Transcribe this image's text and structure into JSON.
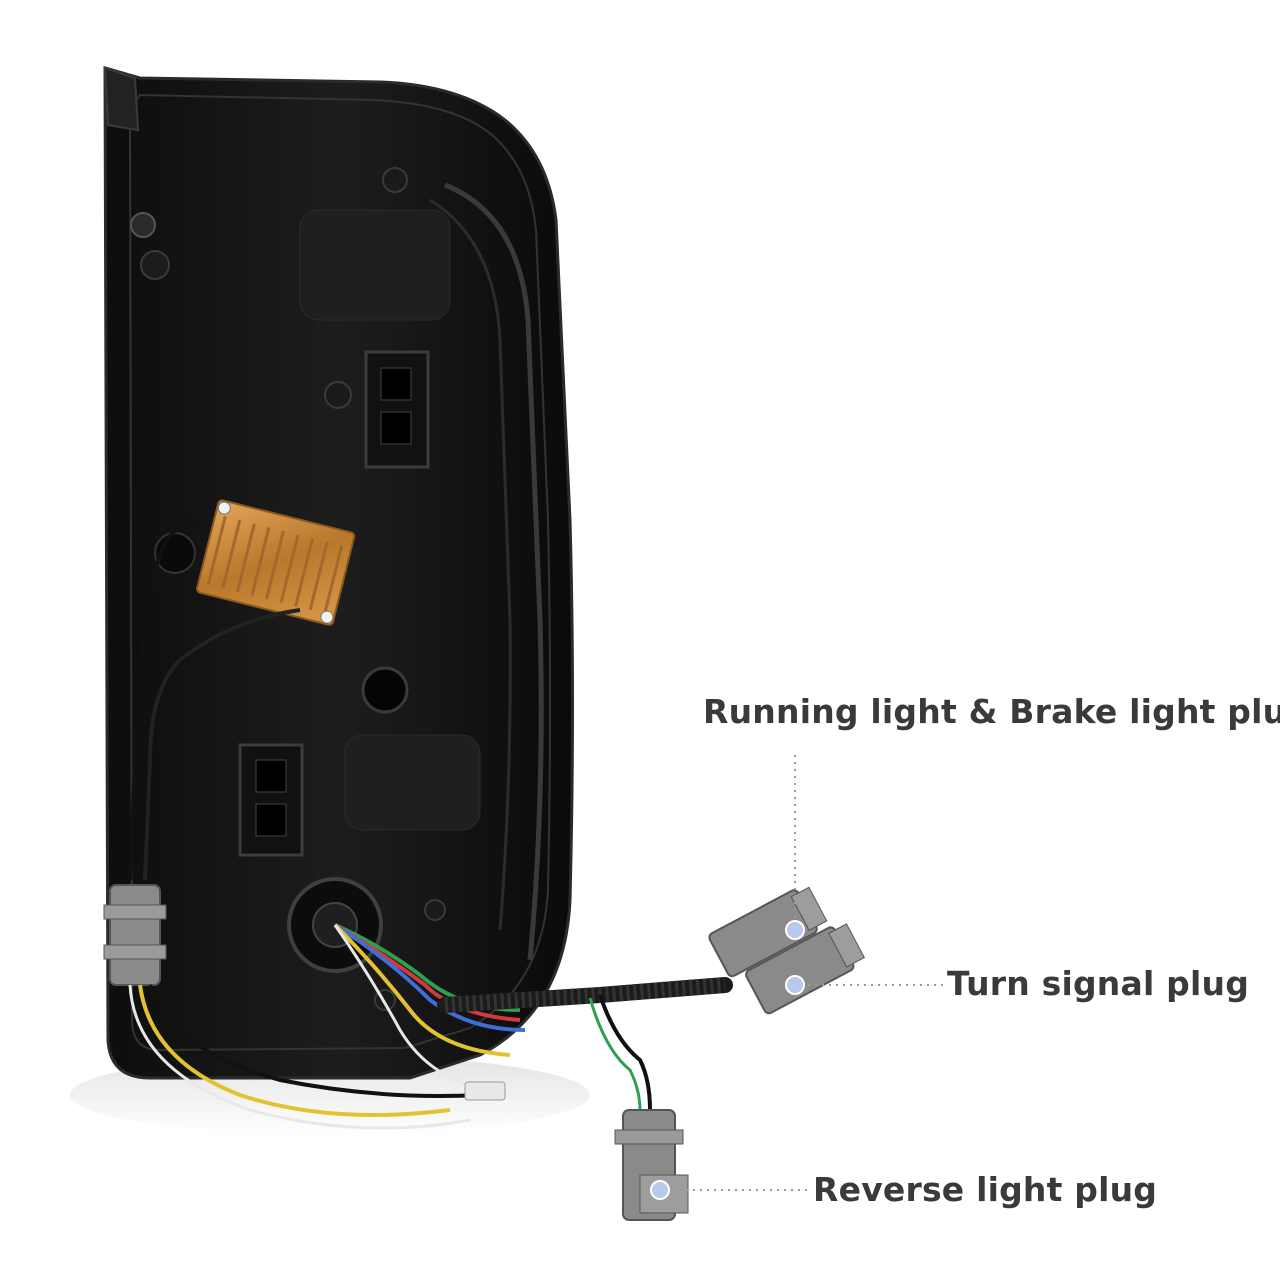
{
  "labels": {
    "running_brake_plug": "Running light & Brake light plug",
    "turn_signal_plug": "Turn signal plug",
    "reverse_light_plug": "Reverse light plug"
  },
  "colors": {
    "housing": "#121212",
    "housing_edge": "#2b2b2b",
    "resistor": "#c98a3a",
    "connector": "#8a8a8a",
    "marker_dot": "#b8c9ee",
    "leader_line": "#9a9a9a",
    "wire_red": "#d33b3b",
    "wire_green": "#2e9e4f",
    "wire_blue": "#3d6fd6",
    "wire_yellow": "#e3c232",
    "wire_white": "#e8e8e8",
    "wire_black": "#111111"
  }
}
